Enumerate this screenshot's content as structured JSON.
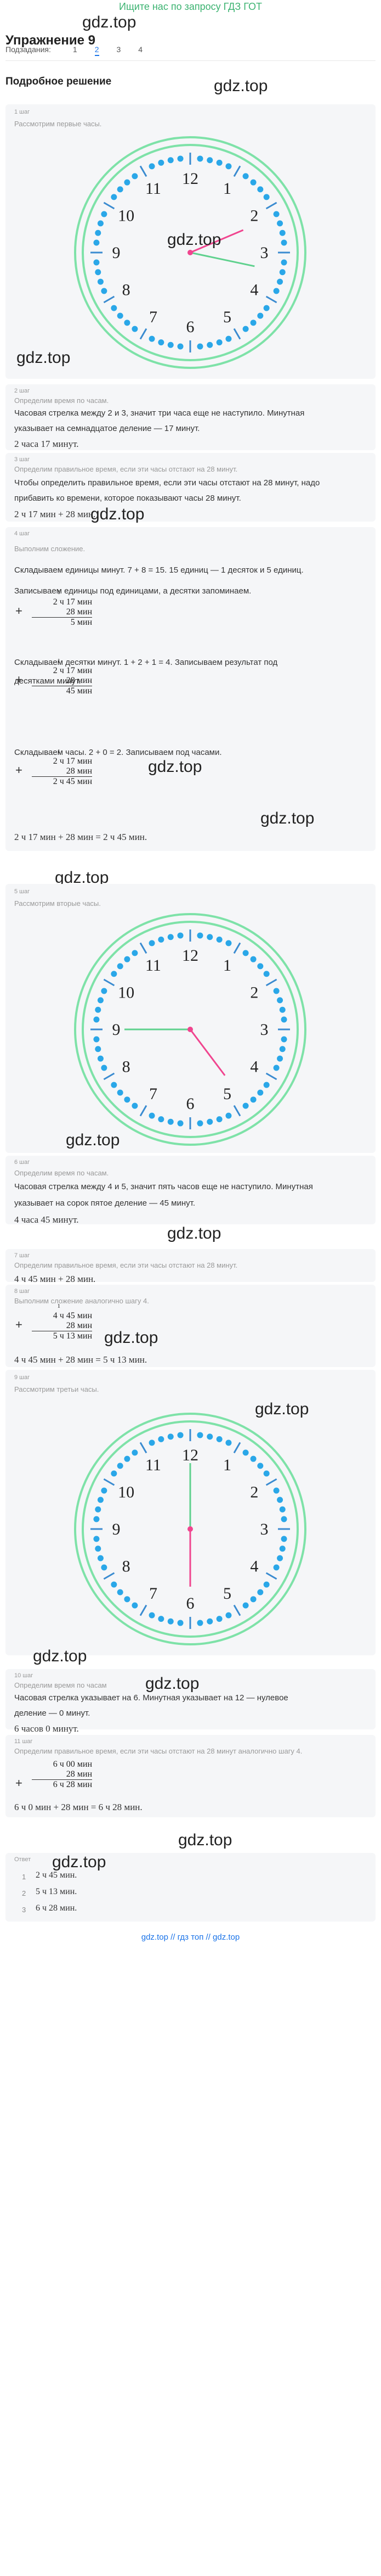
{
  "ad": "Ищите нас по запросу ГДЗ ГОТ",
  "title": "Упражнение 9",
  "watermark": "gdz.top",
  "tabs": {
    "label": "Подзадания:",
    "items": [
      "1",
      "2",
      "3",
      "4"
    ],
    "active_index": 1
  },
  "subtitle": "Подробное решение",
  "steps": {
    "s1": {
      "label": "1 шаг",
      "title": "Рассмотрим первые часы."
    },
    "s2": {
      "label": "2 шаг",
      "title": "Определим время по часам.",
      "line1": "Часовая стрелка между 2 и 3, значит три часа еще не наступило. Минутная",
      "line2": "указывает на семнадцатое деление — 17 минут.",
      "line3": "2 часа 17 минут."
    },
    "s3": {
      "label": "3 шаг",
      "title": "Определим правильное время, если эти часы отстают на 28 минут.",
      "line1": "Чтобы определить правильное время, если эти часы отстают на 28 минут, надо",
      "line2": "прибавить ко времени, которое показывают часы 28 минут.",
      "line3": "2 ч 17 мин + 28 мин."
    },
    "s4": {
      "label": "4 шаг",
      "title": "Выполним сложение.",
      "line1": "Складываем единицы минут. 7 + 8 = 15. 15 единиц — 1 десяток и 5 единиц.",
      "line2": "Записываем единицы под единицами, а десятки запоминаем.",
      "line3": "Складываем десятки минут. 1 + 2 + 1 = 4. Записываем результат под",
      "line4": "десятками минут.",
      "line5": "Складываем часы. 2 + 0 = 2. Записываем под часами.",
      "line6": "2 ч 17 мин + 28 мин = 2 ч 45 мин."
    },
    "s5": {
      "label": "5 шаг",
      "title": "Рассмотрим вторые часы."
    },
    "s6": {
      "label": "6 шаг",
      "title": "Определим время по часам.",
      "line1": "Часовая стрелка между 4 и 5, значит пять часов еще не наступило. Минутная",
      "line2": "указывает на сорок пятое деление — 45 минут.",
      "line3": "4 часа 45 минут."
    },
    "s7": {
      "label": "7 шаг",
      "title": "Определим правильное время, если эти часы отстают на 28 минут.",
      "line1": "4 ч 45 мин + 28 мин."
    },
    "s8": {
      "label": "8 шаг",
      "title": "Выполним сложение аналогично шагу 4.",
      "line1": "4 ч 45 мин + 28 мин = 5 ч 13 мин."
    },
    "s9": {
      "label": "9 шаг",
      "title": "Рассмотрим третьи часы."
    },
    "s10": {
      "label": "10 шаг",
      "title": "Определим время по часам",
      "line1": "Часовая стрелка указывает на 6. Минутная указывает на 12 — нулевое",
      "line2": "деление — 0 минут.",
      "line3": "6 часов 0 минут."
    },
    "s11": {
      "label": "11 шаг",
      "title": "Определим правильное время, если эти часы отстают на 28 минут аналогично шагу 4.",
      "line1": "6 ч 0 мин + 28 мин = 6 ч 28 мин."
    }
  },
  "columns": {
    "c1": {
      "carry": "1",
      "top": "2 ч 17 мин",
      "mid": "28 мин",
      "bot": "5 мин"
    },
    "c2": {
      "carry": "1",
      "top": "2 ч 17 мин",
      "mid": "28 мин",
      "bot": "45 мин"
    },
    "c3": {
      "carry": "1",
      "top": "2 ч 17 мин",
      "mid": "28 мин",
      "bot": "2 ч 45 мин"
    },
    "c4": {
      "carry": "1",
      "top": "4 ч 45 мин",
      "mid": "28 мин",
      "bot": "5 ч 13 мин"
    },
    "c5": {
      "carry": "",
      "top": "6 ч 00 мин",
      "mid": "28 мин",
      "bot": "6 ч 28 мин"
    }
  },
  "clocks": [
    {
      "hour_angle": 67,
      "minute_angle": 102
    },
    {
      "hour_angle": 143,
      "minute_angle": 270
    },
    {
      "hour_angle": 180,
      "minute_angle": 0
    }
  ],
  "clock_numbers": [
    "12",
    "1",
    "2",
    "3",
    "4",
    "5",
    "6",
    "7",
    "8",
    "9",
    "10",
    "11"
  ],
  "answer": {
    "label": "Ответ",
    "items": [
      "2 ч 45 мин.",
      "5 ч 13 мин.",
      "6 ч 28 мин."
    ]
  },
  "footer": "gdz.top // гдз топ // gdz.top",
  "colors": {
    "ring": "#7ee2a8",
    "dot": "#2aa7e8",
    "hour_hand": "#f0458f",
    "minute_hand": "#5fd18e",
    "tick": "#3a8bd0"
  }
}
